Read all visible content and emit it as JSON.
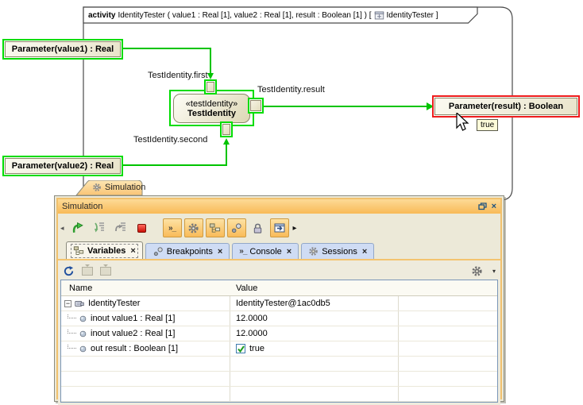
{
  "colors": {
    "highlight_green": "#00dc00",
    "connector_green": "#00c400",
    "highlight_red": "#ee1c1c",
    "panel_orange": "#f1c16d",
    "titlebar_gradient_top": "#fdda96",
    "titlebar_gradient_bottom": "#f8ba57"
  },
  "diagram": {
    "frame": {
      "keyword": "activity",
      "signature": "IdentityTester ( value1 : Real [1], value2 : Real [1], result : Boolean [1] ) [",
      "diagram_name": "IdentityTester ]"
    },
    "param_value1": "Parameter(value1) : Real",
    "param_value2": "Parameter(value2) : Real",
    "param_result": "Parameter(result) : Boolean",
    "node": {
      "stereotype": "«testIdentity»",
      "name": "TestIdentity"
    },
    "pin_labels": {
      "first": "TestIdentity.first",
      "result": "TestIdentity.result",
      "second": "TestIdentity.second"
    },
    "tooltip": "true"
  },
  "panel": {
    "tab_label": "Simulation",
    "title": "Simulation",
    "toolbar_buttons": [
      "resume",
      "step-into",
      "step-over",
      "terminate",
      "console-toggle",
      "animation-toggle",
      "variables-toggle",
      "breakpoints-toggle",
      "lock",
      "open-in-new-window"
    ],
    "tabs": [
      {
        "label": "Variables",
        "active": true
      },
      {
        "label": "Breakpoints",
        "active": false
      },
      {
        "label": "Console",
        "active": false
      },
      {
        "label": "Sessions",
        "active": false
      }
    ],
    "table": {
      "columns": [
        "Name",
        "Value"
      ],
      "rows": [
        {
          "name": "IdentityTester",
          "value": "IdentityTester@1ac0db5"
        },
        {
          "name": "inout value1 : Real [1]",
          "value": "12.0000"
        },
        {
          "name": "inout value2 : Real [1]",
          "value": "12.0000"
        },
        {
          "name": "out result : Boolean [1]",
          "value": "true"
        }
      ]
    }
  },
  "icons": {
    "console_glyph": "»_",
    "close_glyph": "×",
    "collapse_glyph": "−",
    "caret_glyph": "▾",
    "grip_glyph": "◂",
    "overflow_glyph": "▸"
  }
}
